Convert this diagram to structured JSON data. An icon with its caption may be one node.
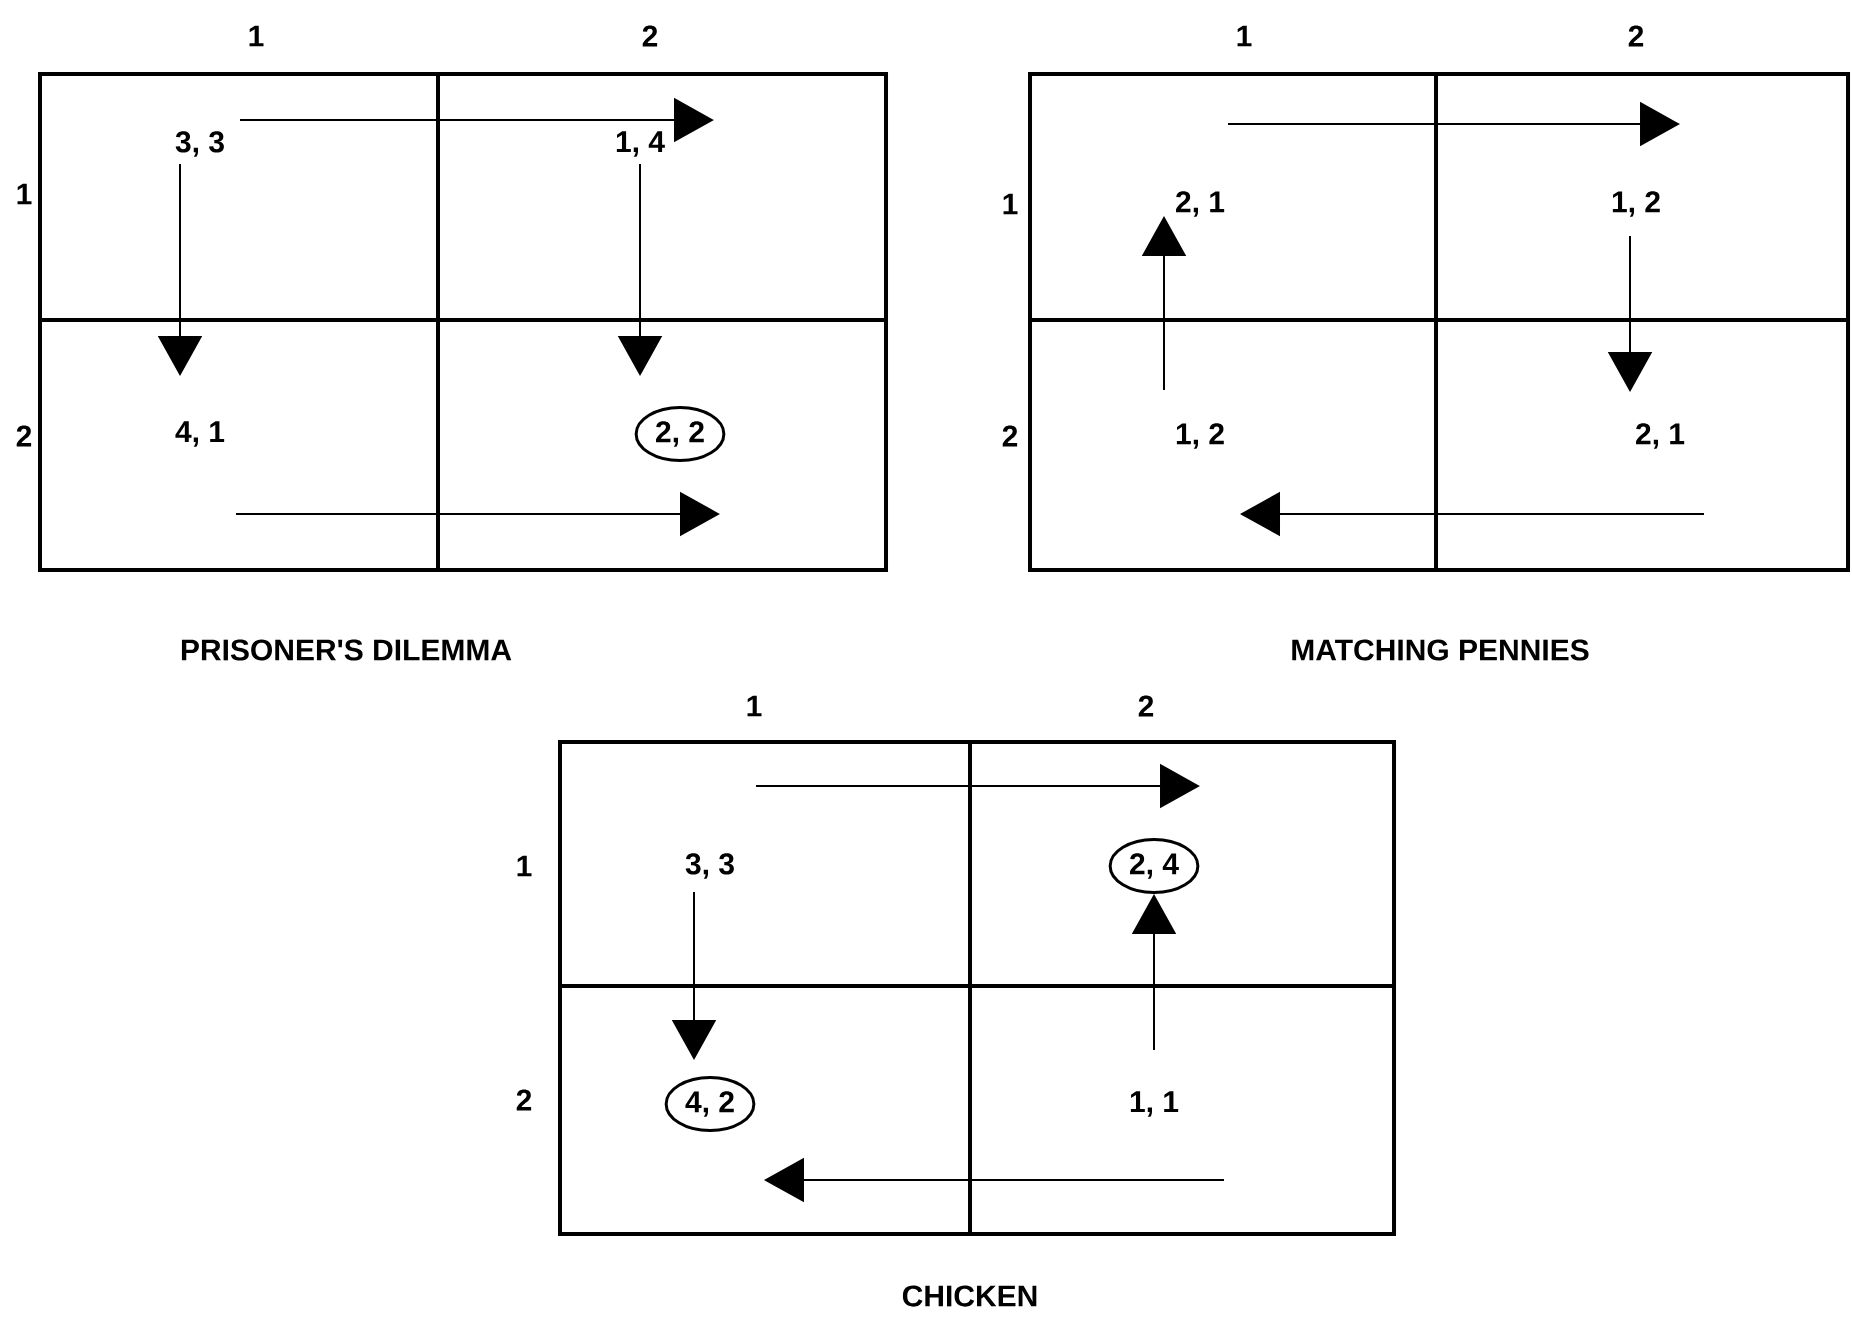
{
  "diagram": {
    "nodes": [
      {
        "text": [
          "PRISONER'S DILEMMA"
        ]
      },
      {
        "text": [
          "3, 3"
        ],
        "in": 0
      },
      {
        "text": [
          "1, 4"
        ],
        "in": 0
      },
      {
        "text": [
          "4, 1"
        ],
        "in": 0
      },
      {
        "text": [
          "2, 2"
        ],
        "in": 0
      },
      {
        "text": [
          "MATCHING PENNIES"
        ]
      },
      {
        "text": [
          "2, 1"
        ],
        "in": 5
      },
      {
        "text": [
          "1, 2"
        ],
        "in": 5
      },
      {
        "text": [
          "1, 2"
        ],
        "in": 5
      },
      {
        "text": [
          "2, 1"
        ],
        "in": 5
      },
      {
        "text": [
          "CHICKEN"
        ]
      },
      {
        "text": [
          "3, 3"
        ],
        "in": 10
      },
      {
        "text": [
          "2, 4"
        ],
        "in": 10
      },
      {
        "text": [
          "4, 2"
        ],
        "in": 10
      },
      {
        "text": [
          "1, 1"
        ],
        "in": 10
      }
    ],
    "edges": [
      {
        "from": 1,
        "to": 2,
        "arrow": "to"
      },
      {
        "from": 1,
        "to": 3,
        "arrow": "to"
      },
      {
        "from": 2,
        "to": 4,
        "arrow": "to"
      },
      {
        "from": 3,
        "to": 4,
        "arrow": "to"
      },
      {
        "from": 6,
        "to": 7,
        "arrow": "to"
      },
      {
        "from": 7,
        "to": 9,
        "arrow": "to"
      },
      {
        "from": 9,
        "to": 8,
        "arrow": "to"
      },
      {
        "from": 8,
        "to": 6,
        "arrow": "to"
      },
      {
        "from": 11,
        "to": 12,
        "arrow": "to"
      },
      {
        "from": 11,
        "to": 13,
        "arrow": "to"
      },
      {
        "from": 14,
        "to": 12,
        "arrow": "to"
      },
      {
        "from": 14,
        "to": 13,
        "arrow": "to"
      }
    ],
    "labels": [
      "1",
      "2",
      "1",
      "2",
      "1",
      "2",
      "1",
      "2",
      "1",
      "2",
      "1",
      "2"
    ]
  }
}
